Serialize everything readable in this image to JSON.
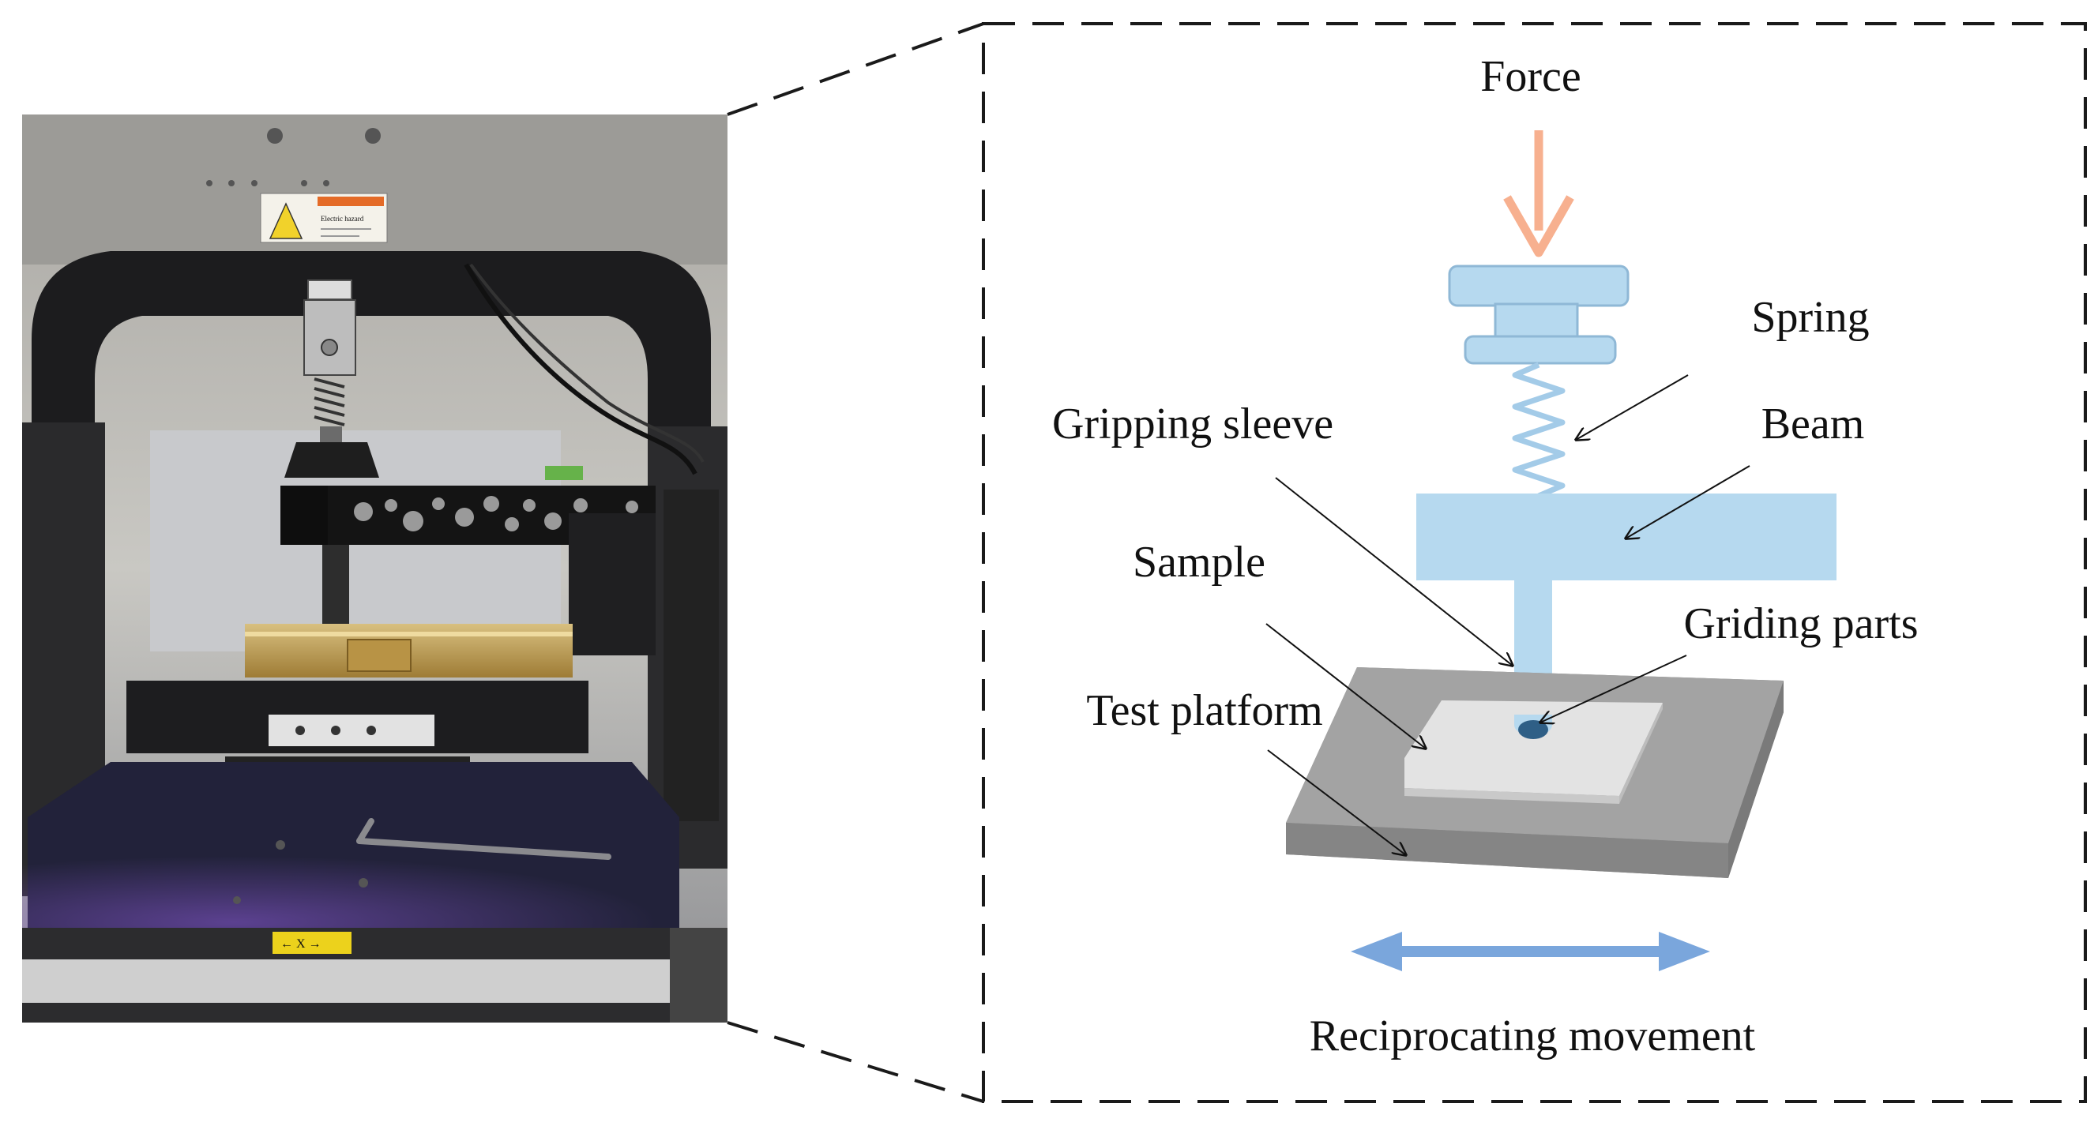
{
  "labels": {
    "force": "Force",
    "spring": "Spring",
    "beam": "Beam",
    "gripping_sleeve": "Gripping sleeve",
    "sample": "Sample",
    "griding_parts": "Griding parts",
    "test_platform": "Test platform",
    "reciprocating_movement": "Reciprocating movement"
  },
  "photo": {
    "warning_sticker": "Electric hazard",
    "scale_sticker": "← X →"
  },
  "colors": {
    "force_arrow": "#f7b08f",
    "component_blue": "#b6d9ef",
    "component_stroke": "#8fb8d6",
    "movement_arrow": "#7aa6dc",
    "platform_dark": "#8a8a8a",
    "platform_top": "#a3a3a3",
    "sample_fill": "#e3e3e3",
    "frame": "#1a1a1a"
  }
}
